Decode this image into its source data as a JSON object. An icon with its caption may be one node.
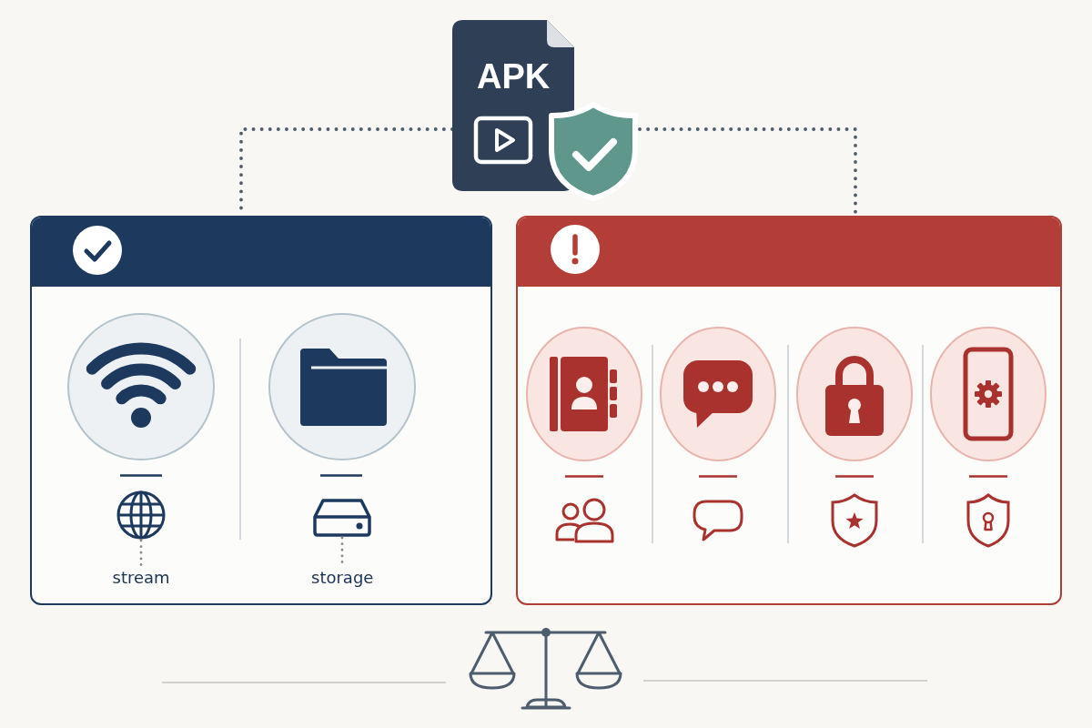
{
  "diagram": {
    "nodes": [
      {
        "text": [
          "APK"
        ]
      },
      {
        "text": [],
        "shape": "box"
      },
      {
        "text": [],
        "shape": "box"
      },
      {
        "text": [],
        "shape": "picture",
        "in": 1
      },
      {
        "text": [
          "stream"
        ],
        "in": 1
      },
      {
        "text": [],
        "shape": "picture",
        "in": 1
      },
      {
        "text": [
          "storage"
        ],
        "in": 1
      }
    ],
    "edges": [
      {
        "from": 0,
        "to": 1,
        "arrow": "none",
        "style": "dashed"
      },
      {
        "from": 0,
        "to": 2,
        "arrow": "none",
        "style": "dashed"
      },
      {
        "from": 3,
        "to": 4,
        "arrow": "none",
        "style": "dashed",
        "color": "#8a8a8a"
      },
      {
        "from": 5,
        "to": 6,
        "arrow": "none",
        "style": "dashed",
        "color": "#8a8a8a"
      }
    ]
  }
}
